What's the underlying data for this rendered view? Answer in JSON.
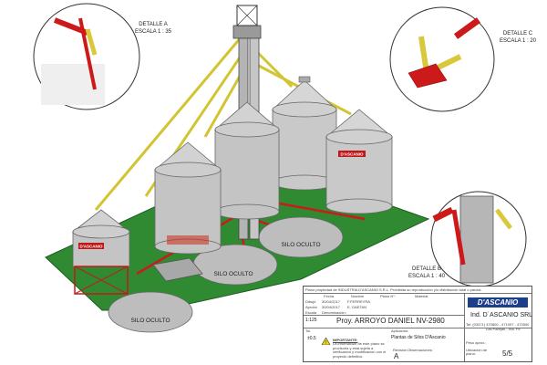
{
  "details": {
    "a": {
      "title": "DETALLE A",
      "scale": "ESCALA 1 : 35"
    },
    "c": {
      "title": "DETALLE C",
      "scale": "ESCALA 1 : 20"
    },
    "b": {
      "title": "DETALLE B",
      "scale": "ESCALA 1 : 40"
    }
  },
  "tanks": {
    "t1": "SILO OCULTO",
    "t2": "SILO OCULTO",
    "t3": "SILO OCULTO"
  },
  "silo_logo": "D'ASCANIO",
  "title_block": {
    "property_note": "Plano propiedad de INDUSTRIA D'ASCANIO S.R.L. Prohibida su reproducción y/o distribución total o parcial.",
    "col_fecha": "Fecha",
    "col_nombre": "Nombre",
    "col_plano": "Plano N°:",
    "col_material": "Material:",
    "row_dibujo": "Dibujó",
    "row_aprobo": "Aprobó",
    "row_escala": "Escala",
    "row_denominacion": "Denominación:",
    "dibujo_fecha": "30/04/2017",
    "dibujo_nombre": "F.FERREYRA",
    "aprobo_fecha": "30/04/2017",
    "aprobo_nombre": "E. GAETAN",
    "escala": "1:125",
    "denominacion": "Proy. ARROYO DANIEL NV-2980",
    "tol_label": "Tol.",
    "tol_value": "±0.5",
    "aplicacion_label": "Aplicación:",
    "aplicacion": "Plantas de Silos D'Ascanio",
    "important_label": "IMPORTANTE:",
    "important_text": "La información de este plano se provisoria y está sujeta a verificación y modificación con el proyecto definitivo.",
    "revision_label": "Revisión",
    "revision": "A",
    "observaciones_label": "Observaciones:",
    "company_logo": "D'ASCANIO",
    "company": "Ind. D´ASCANIO SRL",
    "address_line1": "Tel: (03471) 470800 - 471097 - 470500",
    "address_line2": "Las Parejas - Sta. Fe",
    "peso_label": "Peso aprox.:",
    "ubicacion_label": "Ubicación de plano:",
    "sheet": "5/5"
  }
}
